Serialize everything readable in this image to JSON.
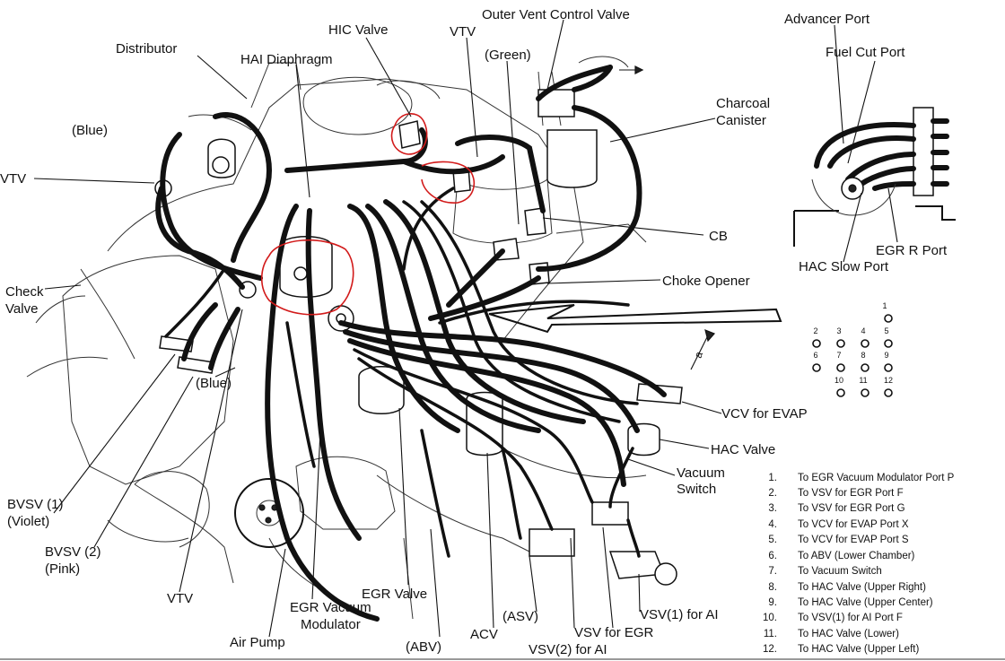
{
  "labels": {
    "hic_valve": "HIC Valve",
    "outer_vent_control_valve": "Outer Vent Control Valve",
    "vtv_top": "VTV",
    "distributor": "Distributor",
    "hai_diaphragm": "HAI Diaphragm",
    "green": "(Green)",
    "blue_top": "(Blue)",
    "vtv_left": "VTV",
    "charcoal_canister_line1": "Charcoal",
    "charcoal_canister_line2": "Canister",
    "cb": "CB",
    "check_valve_line1": "Check",
    "check_valve_line2": "Valve",
    "choke_opener": "Choke Opener",
    "blue_lower": "(Blue)",
    "vcv_for_evap": "VCV for EVAP",
    "hac_valve": "HAC Valve",
    "vacuum_switch_line1": "Vacuum",
    "vacuum_switch_line2": "Switch",
    "bvsv1_line1": "BVSV (1)",
    "bvsv1_line2": "(Violet)",
    "bvsv2_line1": "BVSV (2)",
    "bvsv2_line2": "(Pink)",
    "vtv_bottom": "VTV",
    "egr_valve": "EGR Valve",
    "egr_vacuum_modulator_line1": "EGR Vacuum",
    "egr_vacuum_modulator_line2": "Modulator",
    "air_pump": "Air Pump",
    "abv": "(ABV)",
    "acv": "ACV",
    "asv": "(ASV)",
    "vsv2_for_ai": "VSV(2) for AI",
    "vsv_for_egr": "VSV for EGR",
    "vsv1_for_ai": "VSV(1) for AI",
    "arrow_mark": "a"
  },
  "inset": {
    "advancer_port": "Advancer Port",
    "fuel_cut_port": "Fuel Cut Port",
    "egr_r_port": "EGR R Port",
    "hac_slow_port": "HAC Slow Port"
  },
  "port_numbers": [
    "1",
    "2",
    "3",
    "4",
    "5",
    "6",
    "7",
    "8",
    "9",
    "10",
    "11",
    "12"
  ],
  "legend": [
    {
      "num": "1.",
      "text": "To EGR Vacuum Modulator Port P"
    },
    {
      "num": "2.",
      "text": "To VSV for EGR Port F"
    },
    {
      "num": "3.",
      "text": "To VSV for EGR Port G"
    },
    {
      "num": "4.",
      "text": "To VCV for EVAP Port X"
    },
    {
      "num": "5.",
      "text": "To VCV for EVAP Port S"
    },
    {
      "num": "6.",
      "text": "To ABV (Lower Chamber)"
    },
    {
      "num": "7.",
      "text": "To Vacuum Switch"
    },
    {
      "num": "8.",
      "text": "To HAC Valve (Upper Right)"
    },
    {
      "num": "9.",
      "text": "To HAC Valve (Upper Center)"
    },
    {
      "num": "10.",
      "text": "To VSV(1) for AI Port F"
    },
    {
      "num": "11.",
      "text": "To HAC Valve (Lower)"
    },
    {
      "num": "12.",
      "text": "To HAC Valve (Upper Left)"
    }
  ]
}
